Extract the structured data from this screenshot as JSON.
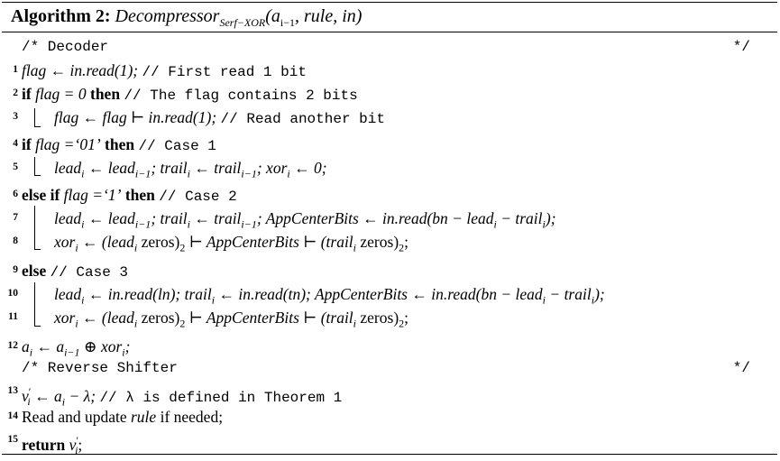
{
  "title": {
    "label": "Algorithm 2:",
    "name": "Decompressor",
    "name_sub": "Serf−XOR",
    "args": "(a",
    "args_sub": "i−1",
    "args_rest": ", rule, in)"
  },
  "lines": {
    "c_decoder": "/* Decoder",
    "c_decoder_end": "*/",
    "n1": "1",
    "l1_a": "flag ← in.read(1);",
    "l1_c": "// First read 1 bit",
    "n2": "2",
    "l2_kw": "if",
    "l2_a": "flag = 0",
    "l2_kw2": "then",
    "l2_c": "// The flag contains 2 bits",
    "n3": "3",
    "l3_a": "flag ← flag ⊢ in.read(1);",
    "l3_c": "// Read another bit",
    "n4": "4",
    "l4_kw": "if",
    "l4_a": "flag =‘01’",
    "l4_kw2": "then",
    "l4_c": "// Case 1",
    "n5": "5",
    "l5_a": "lead",
    "l5_b": " ← lead",
    "l5_c": "; trail",
    "l5_d": " ← trail",
    "l5_e": "; xor",
    "l5_f": " ← 0;",
    "n6": "6",
    "l6_kw": "else if",
    "l6_a": "flag =‘1’",
    "l6_kw2": "then",
    "l6_c": "// Case 2",
    "n7": "7",
    "l7_a": "lead",
    "l7_b": " ← lead",
    "l7_c": "; trail",
    "l7_d": " ← trail",
    "l7_e": "; AppCenterBits ← in.read(bn − lead",
    "l7_f": " − trail",
    "l7_g": ");",
    "n8": "8",
    "l8_a": "xor",
    "l8_b": " ← (lead",
    "l8_c": " zeros)",
    "l8_d": " ⊢ AppCenterBits ⊢ (trail",
    "l8_e": " zeros)",
    "l8_f": ";",
    "n9": "9",
    "l9_kw": "else",
    "l9_c": "// Case 3",
    "n10": "10",
    "l10_a": "lead",
    "l10_b": " ← in.read(ln); trail",
    "l10_c": " ← in.read(tn); AppCenterBits ← in.read(bn − lead",
    "l10_d": " − trail",
    "l10_e": ");",
    "n11": "11",
    "l11_a": "xor",
    "l11_b": " ← (lead",
    "l11_c": " zeros)",
    "l11_d": " ⊢ AppCenterBits ⊢ (trail",
    "l11_e": " zeros)",
    "l11_f": ";",
    "n12": "12",
    "l12_a": "a",
    "l12_b": " ← a",
    "l12_c": " ⊕ xor",
    "l12_d": ";",
    "c_shifter": "/* Reverse Shifter",
    "c_shifter_end": "*/",
    "n13": "13",
    "l13_a": "v",
    "l13_b": " ← a",
    "l13_c": " − λ;",
    "l13_d": "// λ is defined in Theorem 1",
    "n14": "14",
    "l14_a": "Read and update",
    "l14_b": "rule",
    "l14_c": "if needed;",
    "n15": "15",
    "l15_kw": "return",
    "l15_a": "v",
    "l15_b": ";",
    "sub_i": "i",
    "sub_im1": "i−1",
    "sub_2": "2",
    "prime": "′"
  }
}
